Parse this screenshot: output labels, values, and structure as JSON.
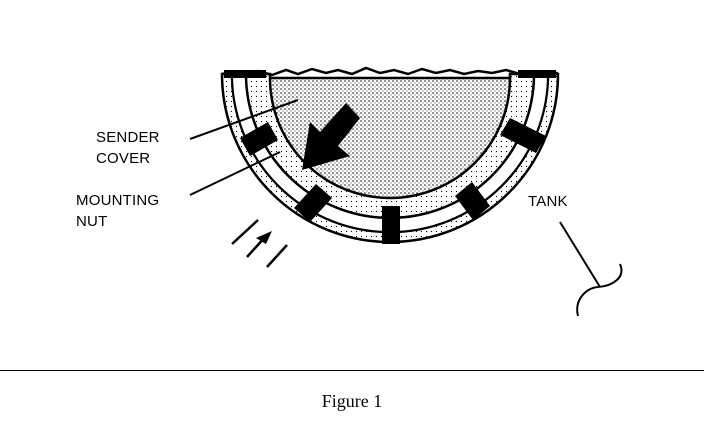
{
  "figure": {
    "caption": "Figure 1"
  },
  "labels": {
    "sender_cover": [
      "SENDER",
      "COVER"
    ],
    "mounting_nut": [
      "MOUNTING",
      "NUT"
    ],
    "tank": "TANK"
  },
  "colors": {
    "ink": "#000000",
    "stipple_fill": "#c8c8c8",
    "ring_fill": "#e4e4e4",
    "background": "#ffffff"
  }
}
